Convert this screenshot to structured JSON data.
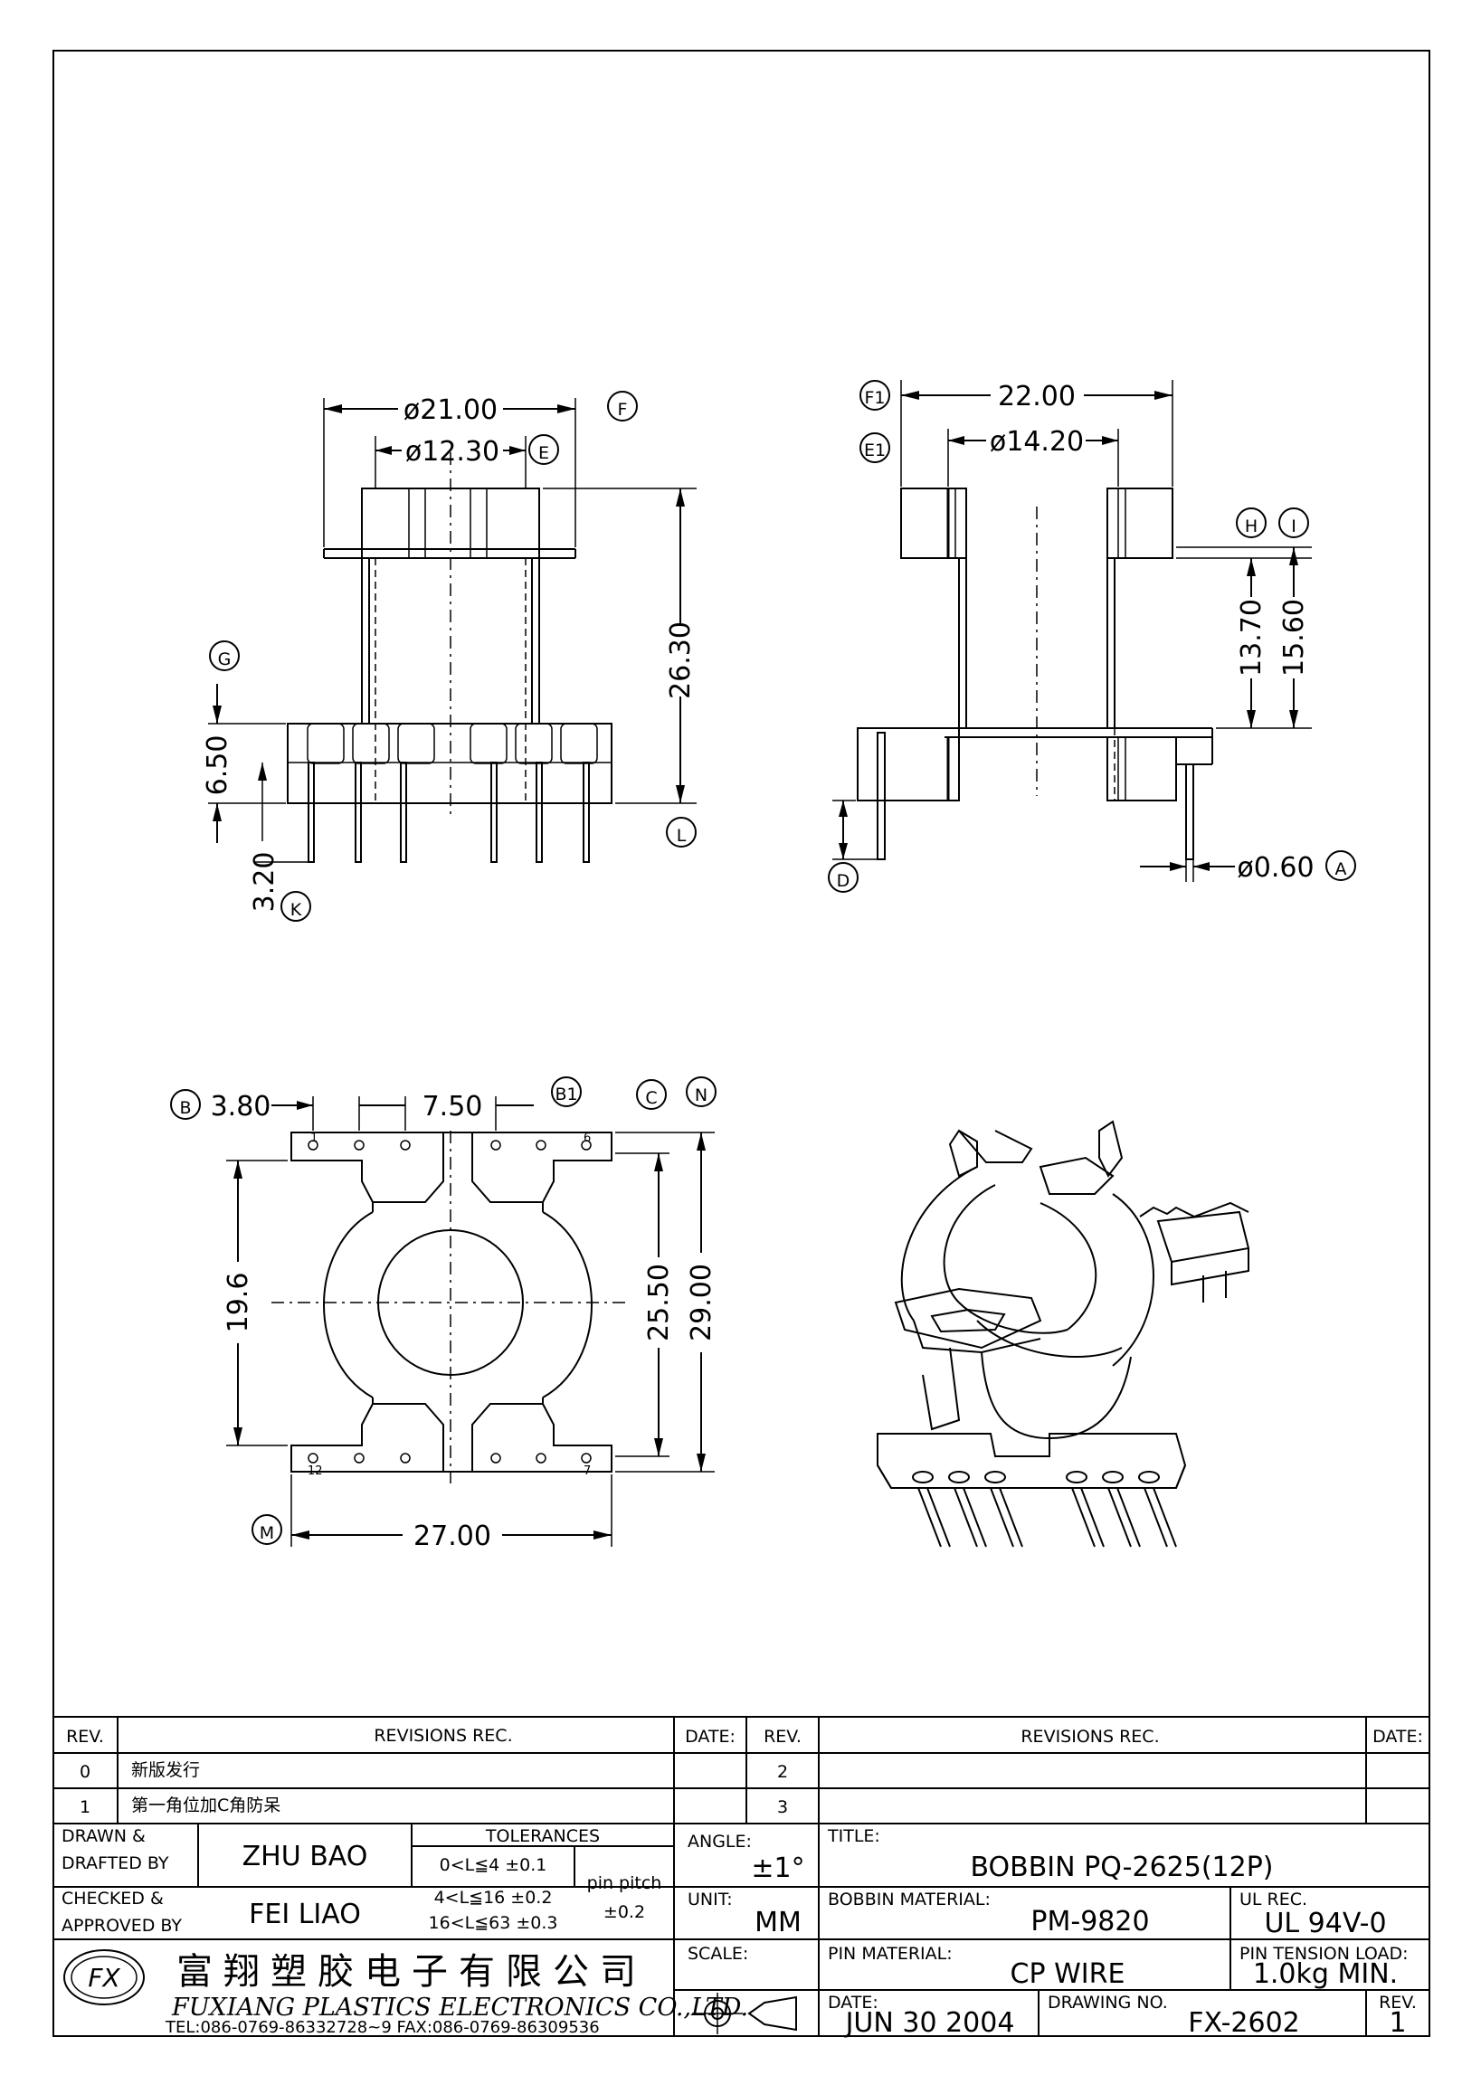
{
  "dimensions": {
    "top_left": {
      "d_flange": "ø21.00",
      "d_core": "ø12.30",
      "height": "26.30",
      "base_h": "6.50",
      "pin_len": "3.20",
      "bF": "F",
      "bE": "E",
      "bG": "G",
      "bL": "L",
      "bK": "K"
    },
    "top_right": {
      "width": "22.00",
      "inner": "ø14.20",
      "h1": "13.70",
      "h2": "15.60",
      "pin_d": "ø0.60",
      "bF1": "F1",
      "bE1": "E1",
      "bH": "H",
      "bI": "I",
      "bD": "D",
      "bA": "A"
    },
    "bottom_left": {
      "pitch_a": "3.80",
      "pitch_b": "7.50",
      "height_inner": "19.6",
      "height_mid": "25.50",
      "height_total": "29.00",
      "width": "27.00",
      "pin1": "1",
      "pin6": "6",
      "pin7": "7",
      "pin12": "12",
      "bB": "B",
      "bB1": "B1",
      "bC": "C",
      "bN": "N",
      "bM": "M"
    }
  },
  "revisions": {
    "rev_header": "REV.",
    "rec_header": "REVISIONS    REC.",
    "date_header": "DATE:",
    "left_rows": [
      {
        "rev": "0",
        "text": "新版发行"
      },
      {
        "rev": "1",
        "text": "第一角位加C角防呆"
      }
    ],
    "right_rows": [
      {
        "rev": "2"
      },
      {
        "rev": "3"
      }
    ]
  },
  "titleblock": {
    "drawn_label_1": "DRAWN  &",
    "drawn_label_2": "DRAFTED  BY",
    "drawn_value": "ZHU  BAO",
    "checked_label_1": "CHECKED  &",
    "checked_label_2": "APPROVED  BY",
    "checked_value": "FEI  LIAO",
    "tolerances_label": "TOLERANCES",
    "tol_rows": [
      "0<L≦4    ±0.1",
      "4<L≦16  ±0.2",
      "16<L≦63  ±0.3"
    ],
    "pin_pitch_label": "pin  pitch",
    "pin_pitch_value": "±0.2",
    "angle_label": "ANGLE:",
    "angle_value": "±1°",
    "unit_label": "UNIT:",
    "unit_value": "MM",
    "scale_label": "SCALE:",
    "title_label": "TITLE:",
    "title_value": "BOBBIN  PQ-2625(12P)",
    "bobbin_material_label": "BOBBIN  MATERIAL:",
    "bobbin_material_value": "PM-9820",
    "ul_label": "UL  REC.",
    "ul_value": "UL  94V-0",
    "pin_material_label": "PIN  MATERIAL:",
    "pin_material_value": "CP  WIRE",
    "pin_tension_label": "PIN  TENSION  LOAD:",
    "pin_tension_value": "1.0kg  MIN.",
    "date_label": "DATE:",
    "date_value": "JUN  30  2004",
    "drawing_no_label": "DRAWING  NO.",
    "drawing_no_value": "FX-2602",
    "rev_label": "REV.",
    "rev_value": "1",
    "company_cn": "富翔塑胶电子有限公司",
    "company_en": "FUXIANG  PLASTICS  ELECTRONICS  CO.,LTD.",
    "contact": "TEL:086-0769-86332728~9   FAX:086-0769-86309536",
    "logo_text": "FX"
  }
}
